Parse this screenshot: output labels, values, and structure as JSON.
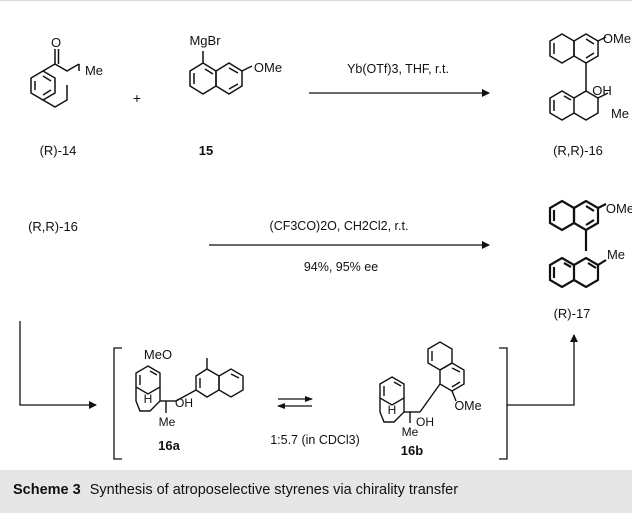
{
  "scheme": {
    "reaction1": {
      "reactant_ketone": {
        "label": "(R)-14",
        "substituent": "Me"
      },
      "reactant_grignard": {
        "label": "15",
        "metal": "MgBr",
        "substituent": "OMe"
      },
      "plus": "+",
      "conditions": "Yb(OTf)3, THF, r.t.",
      "product": {
        "label": "(R,R)-16",
        "groups": [
          "OMe",
          "OH",
          "Me"
        ]
      }
    },
    "reaction2": {
      "reactant_label": "(R,R)-16",
      "conditions_top": "(CF3CO)2O, CH2Cl2, r.t.",
      "conditions_bottom": "94%, 95% ee",
      "product": {
        "label": "(R)-17",
        "groups": [
          "OMe",
          "Me"
        ]
      }
    },
    "equilibrium": {
      "left": {
        "label": "16a",
        "groups": [
          "MeO",
          "H",
          "OH",
          "Me"
        ]
      },
      "right": {
        "label": "16b",
        "groups": [
          "H",
          "OH",
          "OMe",
          "Me"
        ]
      },
      "ratio": "1:5.7 (in CDCl3)"
    }
  },
  "caption": {
    "label": "Scheme 3",
    "text": "Synthesis of atroposelective styrenes via chirality transfer"
  }
}
